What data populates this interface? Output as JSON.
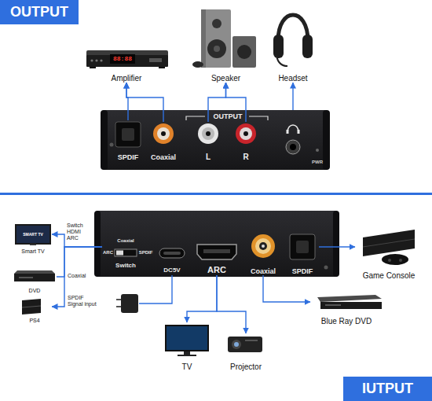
{
  "diagram": {
    "nodes": [
      {
        "text": [
          "OUTPUT"
        ]
      },
      {
        "text": [
          "Amplifier"
        ]
      },
      {
        "text": [
          "Speaker"
        ]
      },
      {
        "text": [
          "Headset"
        ]
      },
      {
        "text": [
          "OUTPUT",
          "PWR"
        ]
      },
      {
        "text": [
          "SPDIF"
        ],
        "in": 4
      },
      {
        "text": [
          "Coaxial"
        ],
        "in": 4
      },
      {
        "text": [
          "L"
        ],
        "in": 4
      },
      {
        "text": [
          "R"
        ],
        "in": 4
      },
      {
        "text": [
          "Smart TV"
        ]
      },
      {
        "text": [
          "DVD"
        ]
      },
      {
        "text": [
          "PS4"
        ]
      },
      {
        "text": [
          "Switch"
        ]
      },
      {
        "text": [
          "Coaxial",
          "ARC",
          "SPDIF"
        ],
        "in": 12
      },
      {
        "text": [
          "DC5V"
        ],
        "in": 12
      },
      {
        "text": [
          "ARC"
        ],
        "in": 12
      },
      {
        "text": [
          "Coaxial"
        ],
        "in": 12
      },
      {
        "text": [
          "SPDIF"
        ],
        "in": 12
      },
      {
        "text": [
          "Game Console"
        ]
      },
      {
        "text": [
          "Blue Ray DVD"
        ]
      },
      {
        "text": [
          "TV"
        ]
      },
      {
        "text": [
          "Projector"
        ]
      },
      {
        "text": [
          "IUTPUT"
        ]
      }
    ],
    "edges": [
      {
        "from": 5,
        "to": 1,
        "arrow": "to"
      },
      {
        "from": 6,
        "to": 1,
        "arrow": "to"
      },
      {
        "from": 7,
        "to": 2,
        "arrow": "to"
      },
      {
        "from": 8,
        "to": 2,
        "arrow": "to"
      },
      {
        "from": 4,
        "to": 3,
        "arrow": "to"
      },
      {
        "from": 13,
        "to": 9,
        "label": "Switch HDMI ARC",
        "arrow": "to"
      },
      {
        "from": 13,
        "to": 10,
        "label": "Coaxial",
        "arrow": "none"
      },
      {
        "from": 13,
        "to": 11,
        "label": "SPDIF Signal input",
        "arrow": "to"
      },
      {
        "from": 15,
        "to": 20,
        "arrow": "to"
      },
      {
        "from": 15,
        "to": 21,
        "arrow": "to"
      },
      {
        "from": 16,
        "to": 19,
        "arrow": "to"
      },
      {
        "from": 17,
        "to": 18,
        "arrow": "to"
      }
    ],
    "labels": [
      "88:88",
      "SMART TV"
    ]
  }
}
